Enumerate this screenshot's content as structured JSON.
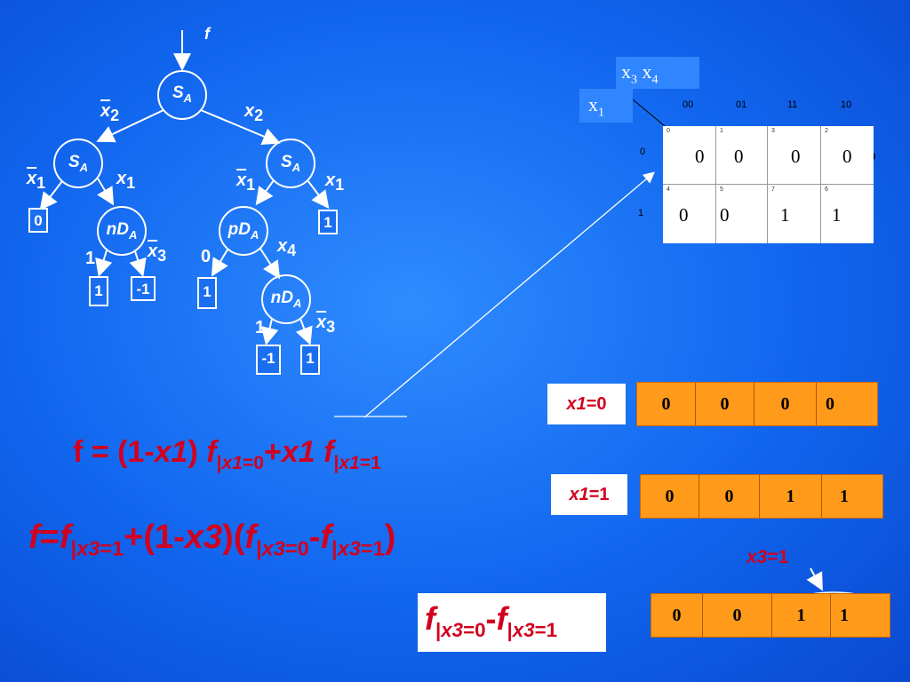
{
  "tree": {
    "f_label": "f",
    "root": {
      "name": "S",
      "sub": "A"
    },
    "left_edge": {
      "var": "x",
      "sub": "2",
      "bar": true
    },
    "right_edge": {
      "var": "x",
      "sub": "2",
      "bar": false
    },
    "left_node": {
      "name": "S",
      "sub": "A"
    },
    "right_node": {
      "name": "S",
      "sub": "A"
    },
    "ll_edge": {
      "var": "x",
      "sub": "1",
      "bar": true
    },
    "lr_edge": {
      "var": "x",
      "sub": "1",
      "bar": false
    },
    "rl_edge": {
      "var": "x",
      "sub": "1",
      "bar": true
    },
    "rr_edge": {
      "var": "x",
      "sub": "1",
      "bar": false
    },
    "leaf_0": "0",
    "leaf_1_right": "1",
    "nd_node": {
      "name": "nD",
      "sub": "A"
    },
    "pd_node": {
      "name": "pD",
      "sub": "A"
    },
    "nd_left_edge": "1",
    "nd_right_edge": {
      "var": "x",
      "sub": "3",
      "bar": true
    },
    "nd_leaf_left": "1",
    "nd_leaf_right": "-1",
    "pd_left_edge": "0",
    "pd_right_edge": {
      "var": "x",
      "sub": "4",
      "bar": false
    },
    "pd_leaf_left": "1",
    "nd2_node": {
      "name": "nD",
      "sub": "A"
    },
    "nd2_left_edge": "1",
    "nd2_right_edge": {
      "var": "x",
      "sub": "3",
      "bar": true
    },
    "nd2_leaf_left": "-1",
    "nd2_leaf_right": "1"
  },
  "kmap": {
    "col_var": {
      "a": "x",
      "a_sub": "3",
      "b": "x",
      "b_sub": "4"
    },
    "row_var": {
      "a": "x",
      "a_sub": "1"
    },
    "col_headers": [
      "00",
      "01",
      "11",
      "10"
    ],
    "row_headers": [
      "0",
      "1"
    ],
    "row0_idx": [
      "0",
      "1",
      "3",
      "2"
    ],
    "row1_idx": [
      "4",
      "5",
      "7",
      "6"
    ],
    "row0_vals": [
      "0",
      "0",
      "0",
      "0"
    ],
    "row1_vals": [
      "0",
      "0",
      "1",
      "1"
    ]
  },
  "rows": {
    "r1_label": {
      "var": "x1",
      "eq": "=0"
    },
    "r1_vals": [
      "0",
      "0",
      "0",
      "0"
    ],
    "r2_label": {
      "var": "x1",
      "eq": "=1"
    },
    "r2_vals": [
      "0",
      "0",
      "1",
      "1"
    ],
    "x3_label": {
      "var": "x3",
      "eq": "=1"
    },
    "r3_vals": [
      "0",
      "0",
      "1",
      "1"
    ]
  },
  "equations": {
    "eq1": {
      "p1": "f = (1-",
      "v1": "x1",
      "p2": ") ",
      "f1": "f",
      "s1a": "|",
      "s1v": "x1",
      "s1b": "=0",
      "p3": "+",
      "v2": "x1",
      "p4": " ",
      "f2": "f",
      "s2a": "|",
      "s2v": "x1",
      "s2b": "=1"
    },
    "eq2": {
      "f0": "f",
      "p1": "=",
      "f1": "f",
      "s1a": "|",
      "s1v": "x3",
      "s1b": "=1",
      "p2": "+(1-",
      "v1": "x3",
      "p3": ")(",
      "f2": "f",
      "s2a": "|",
      "s2v": "x3",
      "s2b": "=0",
      "p4": "-",
      "f3": "f",
      "s3a": "|",
      "s3v": "x3",
      "s3b": "=1",
      "p5": ")"
    },
    "eq3": {
      "f1": "f",
      "s1a": "|",
      "s1v": "x3",
      "s1b": "=0",
      "p1": "-",
      "f2": "f",
      "s2a": "|",
      "s2v": "x3",
      "s2b": "=1"
    }
  },
  "colors": {
    "background": "#1166ee",
    "accent_red": "#d2001e",
    "orange": "#ff9a1a"
  }
}
